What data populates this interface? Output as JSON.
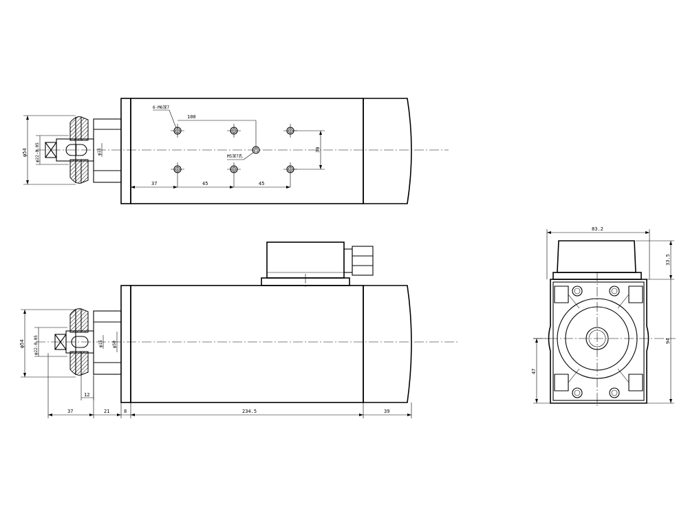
{
  "top_view": {
    "hole_note": "6-M6深7",
    "mid_note": "M5深7孔",
    "dim_100": "100",
    "dim_37": "37",
    "dim_45a": "45",
    "dim_45b": "45",
    "dim_30": "30",
    "dim_phi54": "φ54",
    "dim_phi22": "φ22-0.05",
    "dim_phi15": "φ15"
  },
  "side_view": {
    "dim_phi54": "φ54",
    "dim_phi22": "φ22-0.05",
    "dim_phi15": "φ15",
    "dim_phi50": "φ50",
    "dim_12": "12",
    "dim_37": "37",
    "dim_21": "21",
    "dim_8": "8",
    "dim_234_5": "234.5",
    "dim_39": "39"
  },
  "end_view": {
    "dim_83_2": "83.2",
    "dim_33_5": "33.5",
    "dim_94": "94",
    "dim_47": "47"
  }
}
